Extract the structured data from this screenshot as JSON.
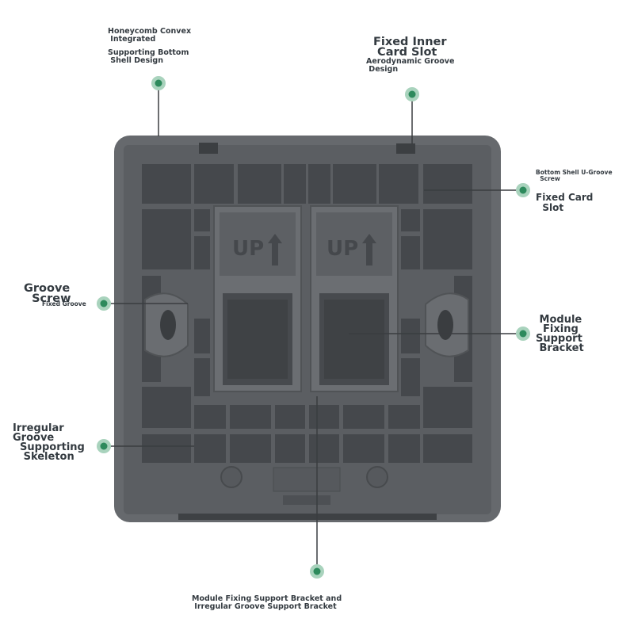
{
  "labels": {
    "honeycomb": [
      "Honeycomb Convex",
      " Integrated"
    ],
    "supporting_bottom": [
      "Supporting Bottom",
      " Shell Design"
    ],
    "fixed_inner": [
      "Fixed Inner",
      " Card Slot"
    ],
    "aerodynamic": [
      "Aerodynamic Groove",
      " Design"
    ],
    "bottom_shell": [
      "Bottom Shell U-Groove",
      "  Screw"
    ],
    "fixed_card": [
      "Fixed Card",
      "  Slot"
    ],
    "groove_screw": [
      "Groove",
      "  Screw"
    ],
    "fixed_groove": "Fixed Groove",
    "module_fixing": [
      " Module",
      "  Fixing",
      "Support",
      " Bracket"
    ],
    "irregular": [
      "Irregular",
      "Groove",
      "  Supporting",
      "   Skeleton"
    ],
    "bottom_caption": [
      "Module Fixing Support Bracket and",
      " Irregular Groove Support Bracket"
    ]
  },
  "ports": [
    {
      "marking": "UP"
    },
    {
      "marking": "UP"
    }
  ],
  "colors": {
    "plate": "#5f6266",
    "plate_edge": "#6b6e72",
    "cell": "#45484c",
    "rib": "#77797d",
    "dot": "#2d8a5c",
    "ring": "#a9d3bd",
    "line": "#3a3d40",
    "text": "#333a40"
  }
}
